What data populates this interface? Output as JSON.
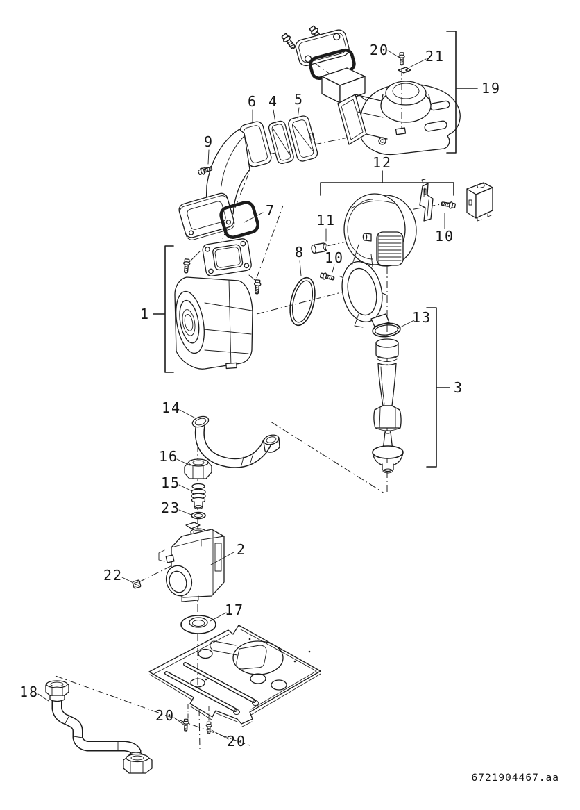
{
  "drawing": {
    "code": "6721904467.aa",
    "ink_color": "#1b1b1b",
    "background_color": "#ffffff"
  },
  "callouts": {
    "c1": "1",
    "c2": "2",
    "c3": "3",
    "c4": "4",
    "c5": "5",
    "c6": "6",
    "c7": "7",
    "c8": "8",
    "c9": "9",
    "c10_left": "10",
    "c10_right": "10",
    "c11": "11",
    "c12": "12",
    "c13": "13",
    "c14": "14",
    "c15": "15",
    "c16": "16",
    "c17": "17",
    "c18": "18",
    "c19": "19",
    "c20_top": "20",
    "c20_bottom_left": "20",
    "c20_bottom_right": "20",
    "c21": "21",
    "c22": "22",
    "c23": "23"
  }
}
